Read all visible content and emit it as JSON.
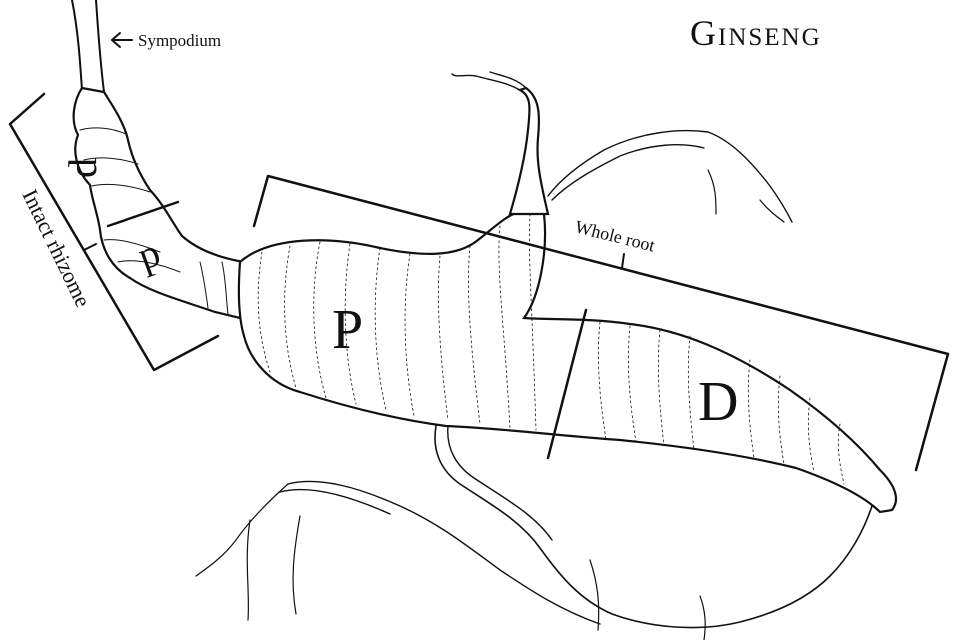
{
  "title": "Ginseng",
  "labels": {
    "sympodium": "Sympodium",
    "intact_rhizome": "Intact rhizome",
    "whole_root": "Whole root",
    "rhizome_distal": "d",
    "rhizome_proximal": "p",
    "root_proximal": "P",
    "root_distal": "D"
  },
  "colors": {
    "ink": "#111111",
    "background": "#ffffff"
  }
}
